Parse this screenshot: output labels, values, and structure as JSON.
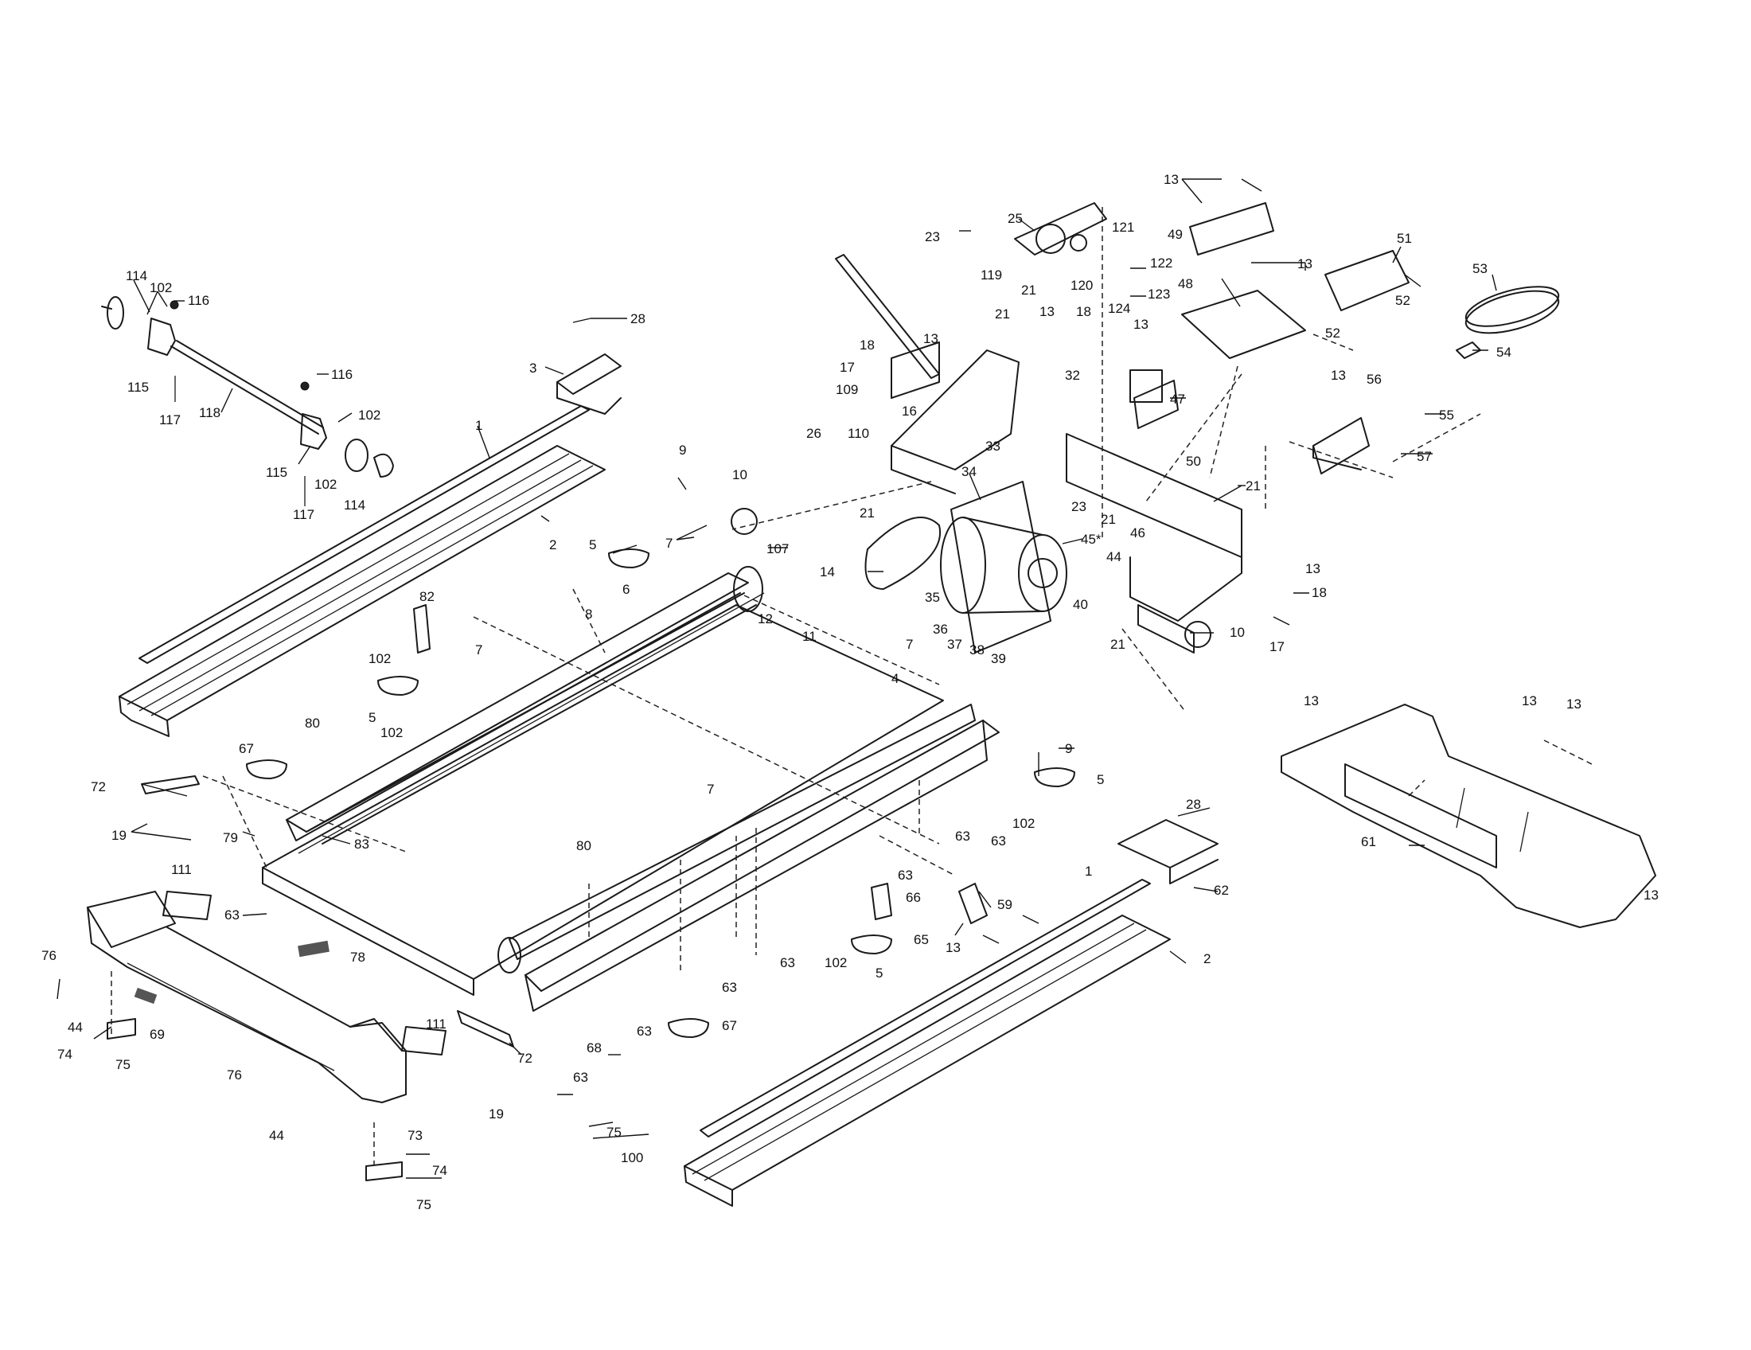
{
  "callouts": [
    {
      "id": "c114a",
      "text": "114"
    },
    {
      "id": "c102a",
      "text": "102"
    },
    {
      "id": "c116a",
      "text": "116"
    },
    {
      "id": "c115a",
      "text": "115"
    },
    {
      "id": "c117a",
      "text": "117"
    },
    {
      "id": "c118",
      "text": "118"
    },
    {
      "id": "c116b",
      "text": "116"
    },
    {
      "id": "c102b",
      "text": "102"
    },
    {
      "id": "c115b",
      "text": "115"
    },
    {
      "id": "c102c",
      "text": "102"
    },
    {
      "id": "c117b",
      "text": "117"
    },
    {
      "id": "c114b",
      "text": "114"
    },
    {
      "id": "c28a",
      "text": "28"
    },
    {
      "id": "c3",
      "text": "3"
    },
    {
      "id": "c1a",
      "text": "1"
    },
    {
      "id": "c2a",
      "text": "2"
    },
    {
      "id": "c9a",
      "text": "9"
    },
    {
      "id": "c10a",
      "text": "10"
    },
    {
      "id": "c107",
      "text": "107"
    },
    {
      "id": "c7a",
      "text": "7"
    },
    {
      "id": "c5a",
      "text": "5"
    },
    {
      "id": "c6",
      "text": "6"
    },
    {
      "id": "c12",
      "text": "12"
    },
    {
      "id": "c8",
      "text": "8"
    },
    {
      "id": "c82",
      "text": "82"
    },
    {
      "id": "c102d",
      "text": "102"
    },
    {
      "id": "c7b",
      "text": "7"
    },
    {
      "id": "c5b",
      "text": "5"
    },
    {
      "id": "c102e",
      "text": "102"
    },
    {
      "id": "c11",
      "text": "11"
    },
    {
      "id": "c80a",
      "text": "80"
    },
    {
      "id": "c67a",
      "text": "67"
    },
    {
      "id": "c72a",
      "text": "72"
    },
    {
      "id": "c19a",
      "text": "19"
    },
    {
      "id": "c79",
      "text": "79"
    },
    {
      "id": "c83",
      "text": "83"
    },
    {
      "id": "c111a",
      "text": "111"
    },
    {
      "id": "c63a",
      "text": "63"
    },
    {
      "id": "c78",
      "text": "78"
    },
    {
      "id": "c76a",
      "text": "76"
    },
    {
      "id": "c44a",
      "text": "44"
    },
    {
      "id": "c74a",
      "text": "74"
    },
    {
      "id": "c69",
      "text": "69"
    },
    {
      "id": "c75a",
      "text": "75"
    },
    {
      "id": "c76b",
      "text": "76"
    },
    {
      "id": "c44b",
      "text": "44"
    },
    {
      "id": "c73",
      "text": "73"
    },
    {
      "id": "c74b",
      "text": "74"
    },
    {
      "id": "c75b",
      "text": "75"
    },
    {
      "id": "c111b",
      "text": "111"
    },
    {
      "id": "c72b",
      "text": "72"
    },
    {
      "id": "c19b",
      "text": "19"
    },
    {
      "id": "c75c",
      "text": "75"
    },
    {
      "id": "c100",
      "text": "100"
    },
    {
      "id": "c63b",
      "text": "63"
    },
    {
      "id": "c63c",
      "text": "63"
    },
    {
      "id": "c68",
      "text": "68"
    },
    {
      "id": "c67b",
      "text": "67"
    },
    {
      "id": "c63d",
      "text": "63"
    },
    {
      "id": "c80b",
      "text": "80"
    },
    {
      "id": "c7c",
      "text": "7"
    },
    {
      "id": "c63e",
      "text": "63"
    },
    {
      "id": "c102f",
      "text": "102"
    },
    {
      "id": "c5c",
      "text": "5"
    },
    {
      "id": "c63f",
      "text": "63"
    },
    {
      "id": "c66",
      "text": "66"
    },
    {
      "id": "c65",
      "text": "65"
    },
    {
      "id": "c59",
      "text": "59"
    },
    {
      "id": "c13a",
      "text": "13"
    },
    {
      "id": "c63g",
      "text": "63"
    },
    {
      "id": "c63h",
      "text": "63"
    },
    {
      "id": "c102g",
      "text": "102"
    },
    {
      "id": "c5d",
      "text": "5"
    },
    {
      "id": "c9b",
      "text": "9"
    },
    {
      "id": "c4",
      "text": "4"
    },
    {
      "id": "c7d",
      "text": "7"
    },
    {
      "id": "c28b",
      "text": "28"
    },
    {
      "id": "c62",
      "text": "62"
    },
    {
      "id": "c1b",
      "text": "1"
    },
    {
      "id": "c2b",
      "text": "2"
    },
    {
      "id": "c23a",
      "text": "23"
    },
    {
      "id": "c25",
      "text": "25"
    },
    {
      "id": "c119",
      "text": "119"
    },
    {
      "id": "c21a",
      "text": "21"
    },
    {
      "id": "c120",
      "text": "120"
    },
    {
      "id": "c121",
      "text": "121"
    },
    {
      "id": "c122",
      "text": "122"
    },
    {
      "id": "c124",
      "text": "124"
    },
    {
      "id": "c123",
      "text": "123"
    },
    {
      "id": "c21b",
      "text": "21"
    },
    {
      "id": "c13b",
      "text": "13"
    },
    {
      "id": "c18a",
      "text": "18"
    },
    {
      "id": "c18b",
      "text": "18"
    },
    {
      "id": "c13c",
      "text": "13"
    },
    {
      "id": "c17a",
      "text": "17"
    },
    {
      "id": "c32",
      "text": "32"
    },
    {
      "id": "c109",
      "text": "109"
    },
    {
      "id": "c26",
      "text": "26"
    },
    {
      "id": "c110",
      "text": "110"
    },
    {
      "id": "c16",
      "text": "16"
    },
    {
      "id": "c33",
      "text": "33"
    },
    {
      "id": "c21c",
      "text": "21"
    },
    {
      "id": "c34",
      "text": "34"
    },
    {
      "id": "c14",
      "text": "14"
    },
    {
      "id": "c35",
      "text": "35"
    },
    {
      "id": "c36",
      "text": "36"
    },
    {
      "id": "c37",
      "text": "37"
    },
    {
      "id": "c38",
      "text": "38"
    },
    {
      "id": "c39",
      "text": "39"
    },
    {
      "id": "c40",
      "text": "40"
    },
    {
      "id": "c45",
      "text": "45*"
    },
    {
      "id": "c23b",
      "text": "23"
    },
    {
      "id": "c21d",
      "text": "21"
    },
    {
      "id": "c46",
      "text": "46"
    },
    {
      "id": "c44c",
      "text": "44"
    },
    {
      "id": "c21e",
      "text": "21"
    },
    {
      "id": "c21f",
      "text": "21"
    },
    {
      "id": "c10b",
      "text": "10"
    },
    {
      "id": "c50",
      "text": "50"
    },
    {
      "id": "c13d",
      "text": "13"
    },
    {
      "id": "c49",
      "text": "49"
    },
    {
      "id": "c13e",
      "text": "13"
    },
    {
      "id": "c48",
      "text": "48"
    },
    {
      "id": "c13f",
      "text": "13"
    },
    {
      "id": "c47",
      "text": "47"
    },
    {
      "id": "c51",
      "text": "51"
    },
    {
      "id": "c52a",
      "text": "52"
    },
    {
      "id": "c52b",
      "text": "52"
    },
    {
      "id": "c53",
      "text": "53"
    },
    {
      "id": "c54",
      "text": "54"
    },
    {
      "id": "c13g",
      "text": "13"
    },
    {
      "id": "c56",
      "text": "56"
    },
    {
      "id": "c55",
      "text": "55"
    },
    {
      "id": "c57",
      "text": "57"
    },
    {
      "id": "c13h",
      "text": "13"
    },
    {
      "id": "c18c",
      "text": "18"
    },
    {
      "id": "c17b",
      "text": "17"
    },
    {
      "id": "c13i",
      "text": "13"
    },
    {
      "id": "c13j",
      "text": "13"
    },
    {
      "id": "c13k",
      "text": "13"
    },
    {
      "id": "c61",
      "text": "61"
    },
    {
      "id": "c13l",
      "text": "13"
    }
  ]
}
